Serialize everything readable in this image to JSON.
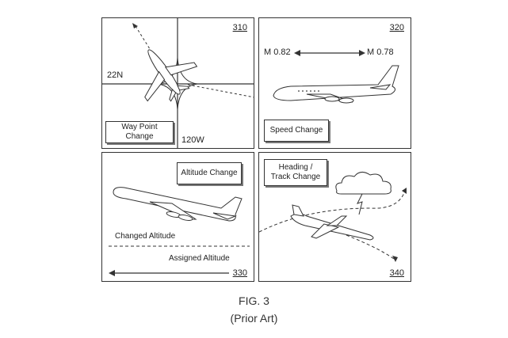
{
  "panels": {
    "waypoint": {
      "ref": "310",
      "label": "Way Point Change",
      "lat": "22N",
      "lon": "120W"
    },
    "speed": {
      "ref": "320",
      "label": "Speed Change",
      "mach_from": "M 0.82",
      "mach_to": "M 0.78"
    },
    "altitude": {
      "ref": "330",
      "label": "Altitude Change",
      "changed": "Changed Altitude",
      "assigned": "Assigned Altitude"
    },
    "heading": {
      "ref": "340",
      "label": "Heading / Track Change"
    }
  },
  "caption": {
    "title": "FIG. 3",
    "subtitle": "(Prior Art)"
  },
  "colors": {
    "line": "#333333",
    "background": "#ffffff"
  }
}
